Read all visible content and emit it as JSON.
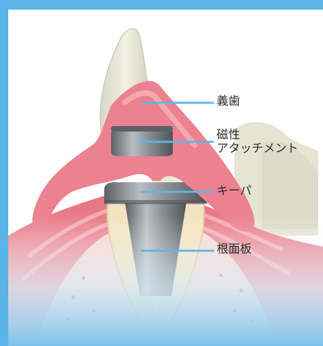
{
  "labels": {
    "denture": "義歯",
    "magnetic_attachment_line1": "磁性",
    "magnetic_attachment_line2": "アタッチメント",
    "keeper": "キーパ",
    "root_plate": "根面板"
  },
  "colors": {
    "frame_blue": "#5bb3e6",
    "leader_blue": "#5fb6e4",
    "gum_pink": "#e8788a",
    "denture_base": "#ef8a93",
    "tooth_white": "#e9e9da",
    "dentin_cream": "#f3e3bf",
    "metal_gray": "#7a7f85"
  }
}
